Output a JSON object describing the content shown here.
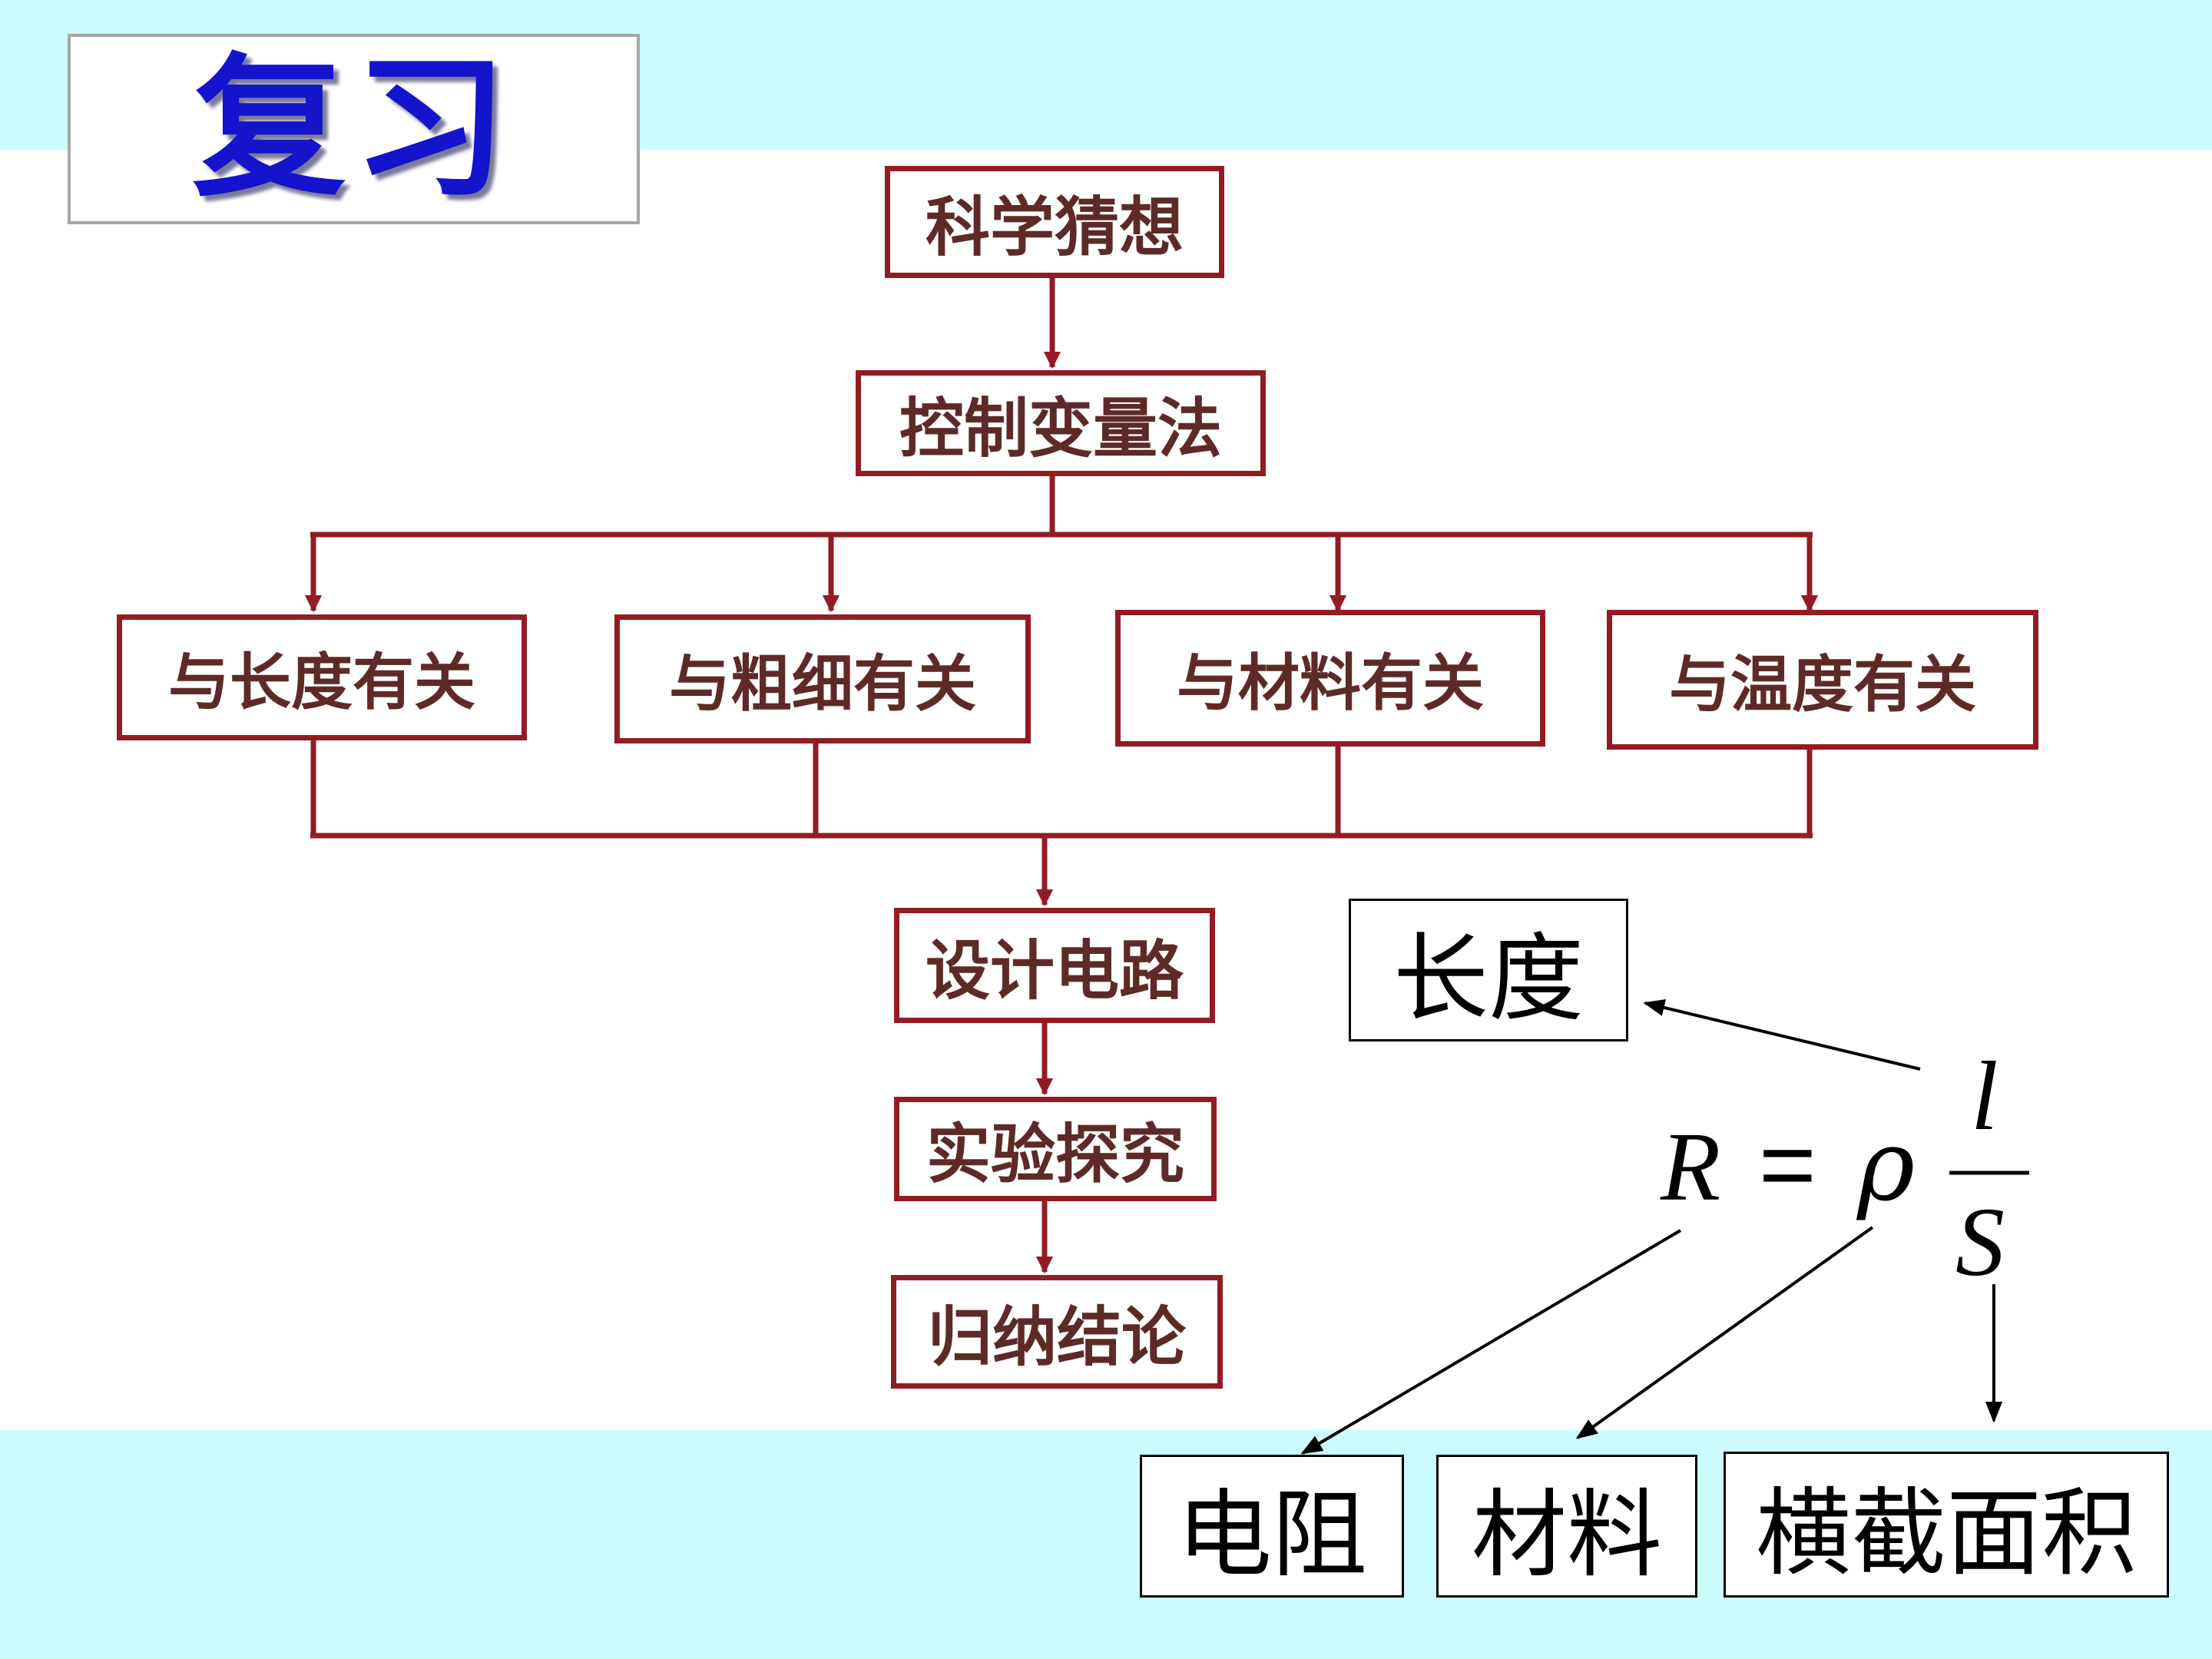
{
  "title": "复习",
  "flowchart": {
    "guess": "科学猜想",
    "control": "控制变量法",
    "factors": [
      "与长度有关",
      "与粗细有关",
      "与材料有关",
      "与温度有关"
    ],
    "design": "设计电路",
    "experiment": "实验探究",
    "conclusion": "归纳结论"
  },
  "formula": {
    "lhs": "R",
    "equals": "=",
    "rho": "ρ",
    "numerator": "l",
    "denominator": "S"
  },
  "labels": {
    "length": "长度",
    "resistance": "电阻",
    "material": "材料",
    "area": "横截面积"
  },
  "colors": {
    "band": "#ccfbfd",
    "title_text": "#1414cc",
    "flow_border": "#931c24",
    "flow_text": "#5e2a28"
  }
}
